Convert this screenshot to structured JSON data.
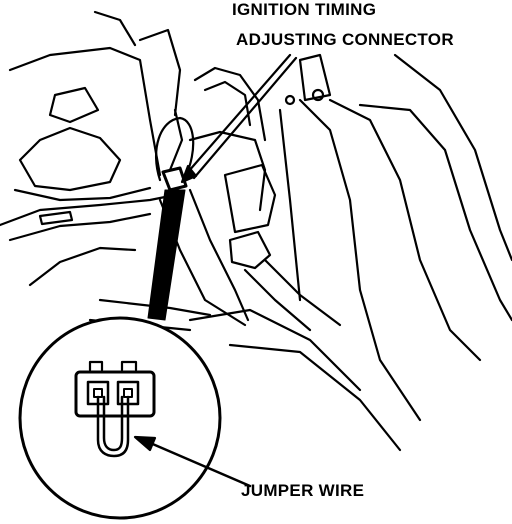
{
  "labels": {
    "connector_line1": "IGNITION TIMING",
    "connector_line2": "ADJUSTING CONNECTOR",
    "jumper": "JUMPER WIRE"
  },
  "colors": {
    "ink": "#000000",
    "background": "#ffffff"
  }
}
